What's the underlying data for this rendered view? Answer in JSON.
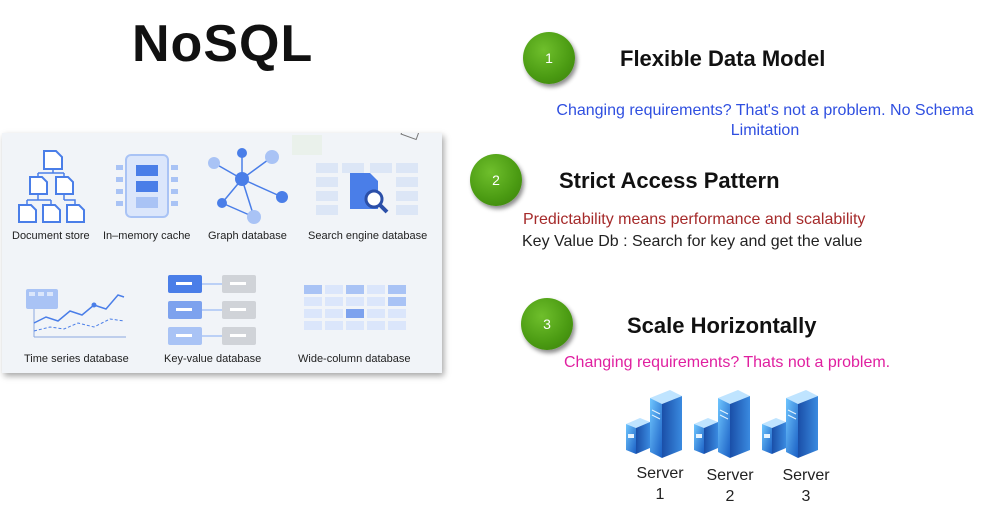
{
  "title": "NoSQL",
  "database_types": [
    {
      "label": "Document store",
      "icon": "document-tree-icon"
    },
    {
      "label": "In–memory cache",
      "icon": "memory-cache-icon"
    },
    {
      "label": "Graph database",
      "icon": "graph-icon"
    },
    {
      "label": "Search engine database",
      "icon": "search-document-icon"
    },
    {
      "label": "Time series database",
      "icon": "time-series-chart-icon"
    },
    {
      "label": "Key-value database",
      "icon": "key-value-icon"
    },
    {
      "label": "Wide-column database",
      "icon": "wide-column-grid-icon"
    }
  ],
  "points": [
    {
      "number": "1",
      "heading": "Flexible Data Model",
      "lines": [
        "Changing requirements? That's not a problem. No Schema",
        "Limitation"
      ],
      "color": "#2f4fe0"
    },
    {
      "number": "2",
      "heading": "Strict Access Pattern",
      "lines": [
        "Predictability means performance and scalability",
        "Key Value Db : Search for key and get the value"
      ],
      "colors": [
        "#a52a2a",
        "#222222"
      ]
    },
    {
      "number": "3",
      "heading": "Scale Horizontally",
      "lines": [
        "Changing requirements? Thats not a problem."
      ],
      "color": "#e020a0"
    }
  ],
  "servers": [
    {
      "name": "Server",
      "number": "1",
      "icon": "server-icon"
    },
    {
      "name": "Server",
      "number": "2",
      "icon": "server-icon"
    },
    {
      "name": "Server",
      "number": "3",
      "icon": "server-icon"
    }
  ],
  "colors": {
    "badge_green": "#4a9a12",
    "icon_blue": "#4a7ee8",
    "icon_light_blue": "#a9c3f5"
  }
}
